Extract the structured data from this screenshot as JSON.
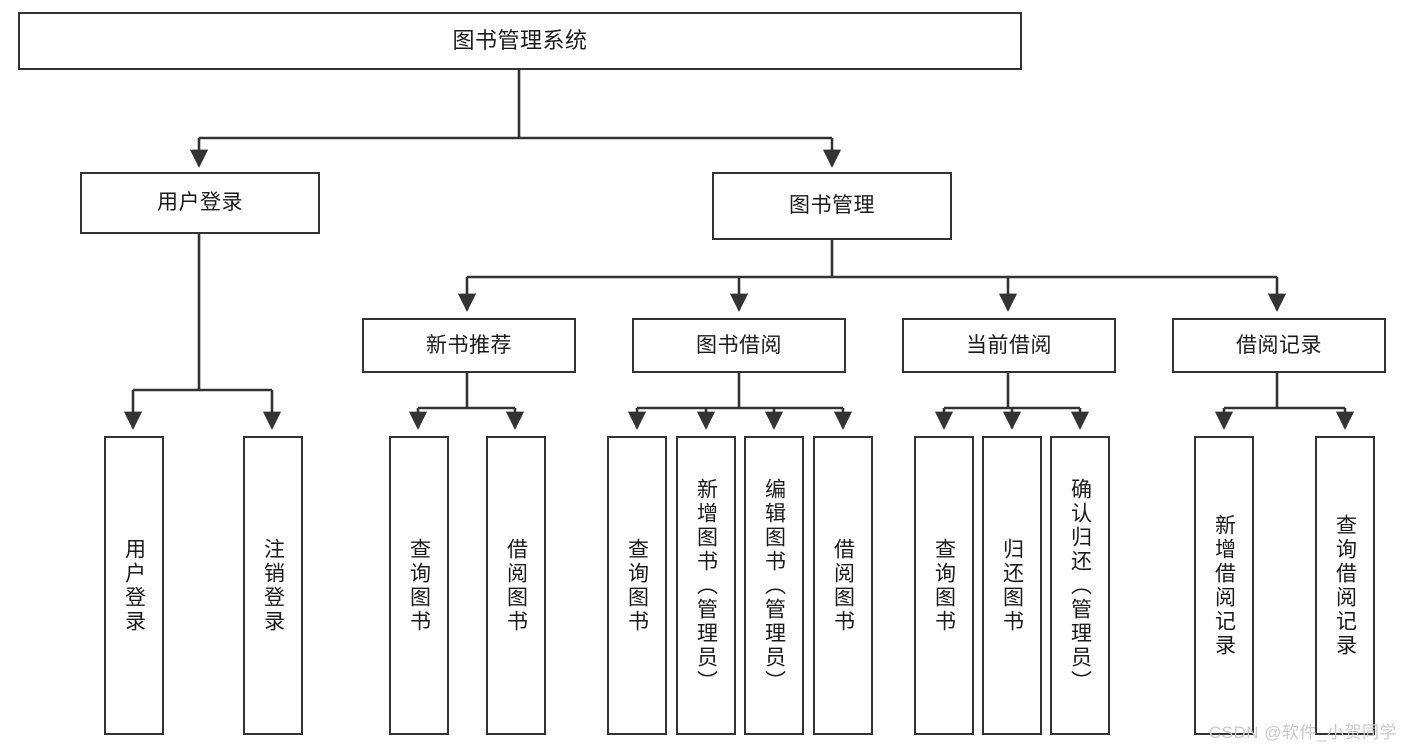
{
  "diagram": {
    "title": "图书管理系统",
    "type": "tree-hierarchy",
    "watermark": "CSDN @软件_小贺同学",
    "colors": {
      "background": "#ffffff",
      "box_border": "#333333",
      "box_fill": "#ffffff",
      "connector": "#333333",
      "text": "#1a1a1a",
      "watermark": "#c9c9c9"
    },
    "root": {
      "label": "图书管理系统"
    },
    "level2": [
      {
        "label": "用户登录"
      },
      {
        "label": "图书管理"
      }
    ],
    "level3": [
      {
        "label": "新书推荐"
      },
      {
        "label": "图书借阅"
      },
      {
        "label": "当前借阅"
      },
      {
        "label": "借阅记录"
      }
    ],
    "leaves": {
      "user_login": [
        {
          "label": "用户登录"
        },
        {
          "label": "注销登录"
        }
      ],
      "new_book_recommend": [
        {
          "label": "查询图书"
        },
        {
          "label": "借阅图书"
        }
      ],
      "book_borrow": [
        {
          "label": "查询图书"
        },
        {
          "label": "新增图书（管理员）"
        },
        {
          "label": "编辑图书（管理员）"
        },
        {
          "label": "借阅图书"
        }
      ],
      "current_borrow": [
        {
          "label": "查询图书"
        },
        {
          "label": "归还图书"
        },
        {
          "label": "确认归还（管理员）"
        }
      ],
      "borrow_record": [
        {
          "label": "新增借阅记录"
        },
        {
          "label": "查询借阅记录"
        }
      ]
    }
  }
}
